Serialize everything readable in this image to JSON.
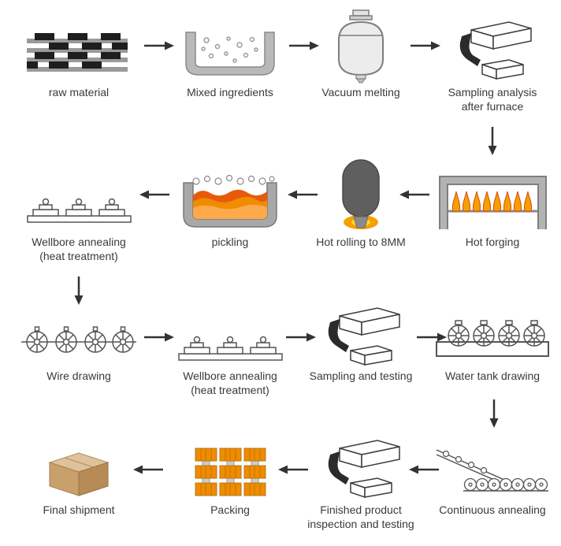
{
  "diagram": {
    "name": "production-process-flow",
    "background": "#ffffff",
    "colors": {
      "arrow": "#333333",
      "flame_orange": "#f59f00",
      "molten_orange": "#e8590c",
      "molten_light": "#ffa94d",
      "metal_gray": "#9a9a9a",
      "dark_vessel_gray": "#5f5f5f",
      "carton_tan": "#c9a06c",
      "coil_orange": "#f08c00"
    },
    "rows": [
      {
        "direction": "left-to-right",
        "steps": [
          {
            "label": "raw material",
            "icon": "raw-material-icon"
          },
          {
            "label": "Mixed ingredients",
            "icon": "mixing-tub-icon"
          },
          {
            "label": "Vacuum melting",
            "icon": "vacuum-vessel-icon"
          },
          {
            "label": "Sampling analysis after furnace",
            "icon": "pouring-machine-icon"
          }
        ]
      },
      {
        "direction": "right-to-left",
        "steps": [
          {
            "label": "Wellbore annealing (heat treatment)",
            "icon": "annealing-bed-icon"
          },
          {
            "label": "pickling",
            "icon": "acid-bath-icon"
          },
          {
            "label": "Hot rolling to 8MM",
            "icon": "rolling-vessel-icon"
          },
          {
            "label": "Hot forging",
            "icon": "forge-flames-icon"
          }
        ]
      },
      {
        "direction": "left-to-right",
        "steps": [
          {
            "label": "Wire drawing",
            "icon": "wire-spools-icon"
          },
          {
            "label": "Wellbore annealing (heat treatment)",
            "icon": "annealing-bed-icon"
          },
          {
            "label": "Sampling and testing",
            "icon": "pouring-machine-icon"
          },
          {
            "label": "Water tank drawing",
            "icon": "water-tank-icon"
          }
        ]
      },
      {
        "direction": "right-to-left",
        "steps": [
          {
            "label": "Final shipment",
            "icon": "shipping-box-icon"
          },
          {
            "label": "Packing",
            "icon": "packed-coils-icon"
          },
          {
            "label": "Finished product inspection and testing",
            "icon": "pouring-machine-icon"
          },
          {
            "label": "Continuous annealing",
            "icon": "roller-line-icon"
          }
        ]
      }
    ]
  }
}
